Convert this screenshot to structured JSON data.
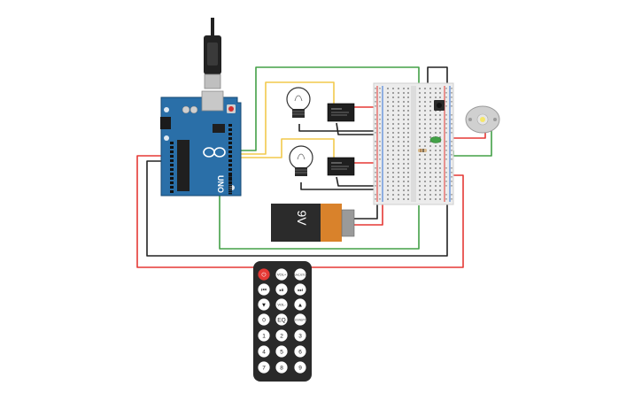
{
  "arduino": {
    "board_label": "UNO",
    "brand_logo": "arduino-infinity-logo",
    "colors": {
      "board": "#2a6fa8",
      "board_dark": "#1c5585",
      "usb": "#bfbfbf",
      "cable": "#222222"
    }
  },
  "battery": {
    "voltage_label": "9V",
    "colors": {
      "body": "#2b2b2b",
      "cap": "#d9822b",
      "terminal": "#9a9a9a"
    }
  },
  "remote": {
    "buttons": {
      "power": "⏻",
      "vol_plus": "VOL+",
      "func_stop": "FUNC/STOP",
      "prev": "⏮",
      "play_pause": "⏯",
      "next": "⏭",
      "down": "▼",
      "vol_minus": "VOL-",
      "up": "▲",
      "zero": "0",
      "eq": "EQ",
      "st_rept": "ST/REPT",
      "one": "1",
      "two": "2",
      "three": "3",
      "four": "4",
      "five": "5",
      "six": "6",
      "seven": "7",
      "eight": "8",
      "nine": "9"
    },
    "colors": {
      "body": "#2a2a2a",
      "button": "#ffffff",
      "power": "#e53935"
    }
  },
  "bulbs": {
    "count": 2
  },
  "relays": {
    "count": 2
  },
  "motor": {
    "colors": {
      "body": "#d0d0d0",
      "shaft": "#f5e76b"
    }
  },
  "wire_colors": {
    "red": "#e53935",
    "black": "#222222",
    "green": "#43a047",
    "yellow": "#f2c94c"
  },
  "breadboard": {
    "colors": {
      "body": "#ececec",
      "rail_red": "#e53935",
      "rail_blue": "#2f6fd6"
    }
  }
}
